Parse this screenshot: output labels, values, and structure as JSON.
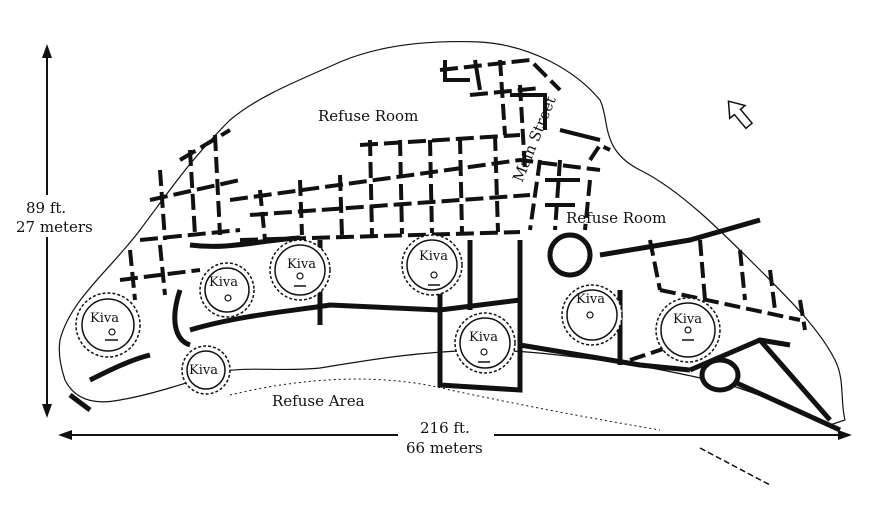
{
  "labels": {
    "refuse_room_north": "Refuse Room",
    "refuse_room_east": "Refuse Room",
    "main_street": "Main Street",
    "refuse_area": "Refuse Area",
    "kiva": "Kiva",
    "height_ft": "89 ft.",
    "height_m": "27 meters",
    "width_ft": "216 ft.",
    "width_m": "66 meters"
  },
  "kivas": [
    {
      "id": "kiva-1",
      "label": "Kiva"
    },
    {
      "id": "kiva-2",
      "label": "Kiva"
    },
    {
      "id": "kiva-3",
      "label": "Kiva"
    },
    {
      "id": "kiva-4",
      "label": "Kiva"
    },
    {
      "id": "kiva-5",
      "label": "Kiva"
    },
    {
      "id": "kiva-6",
      "label": "Kiva"
    },
    {
      "id": "kiva-7",
      "label": "Kiva"
    },
    {
      "id": "kiva-8",
      "label": "Kiva"
    }
  ],
  "icons": {
    "north_arrow": "north-arrow-icon"
  },
  "colors": {
    "ink": "#111111",
    "paper": "#ffffff"
  }
}
